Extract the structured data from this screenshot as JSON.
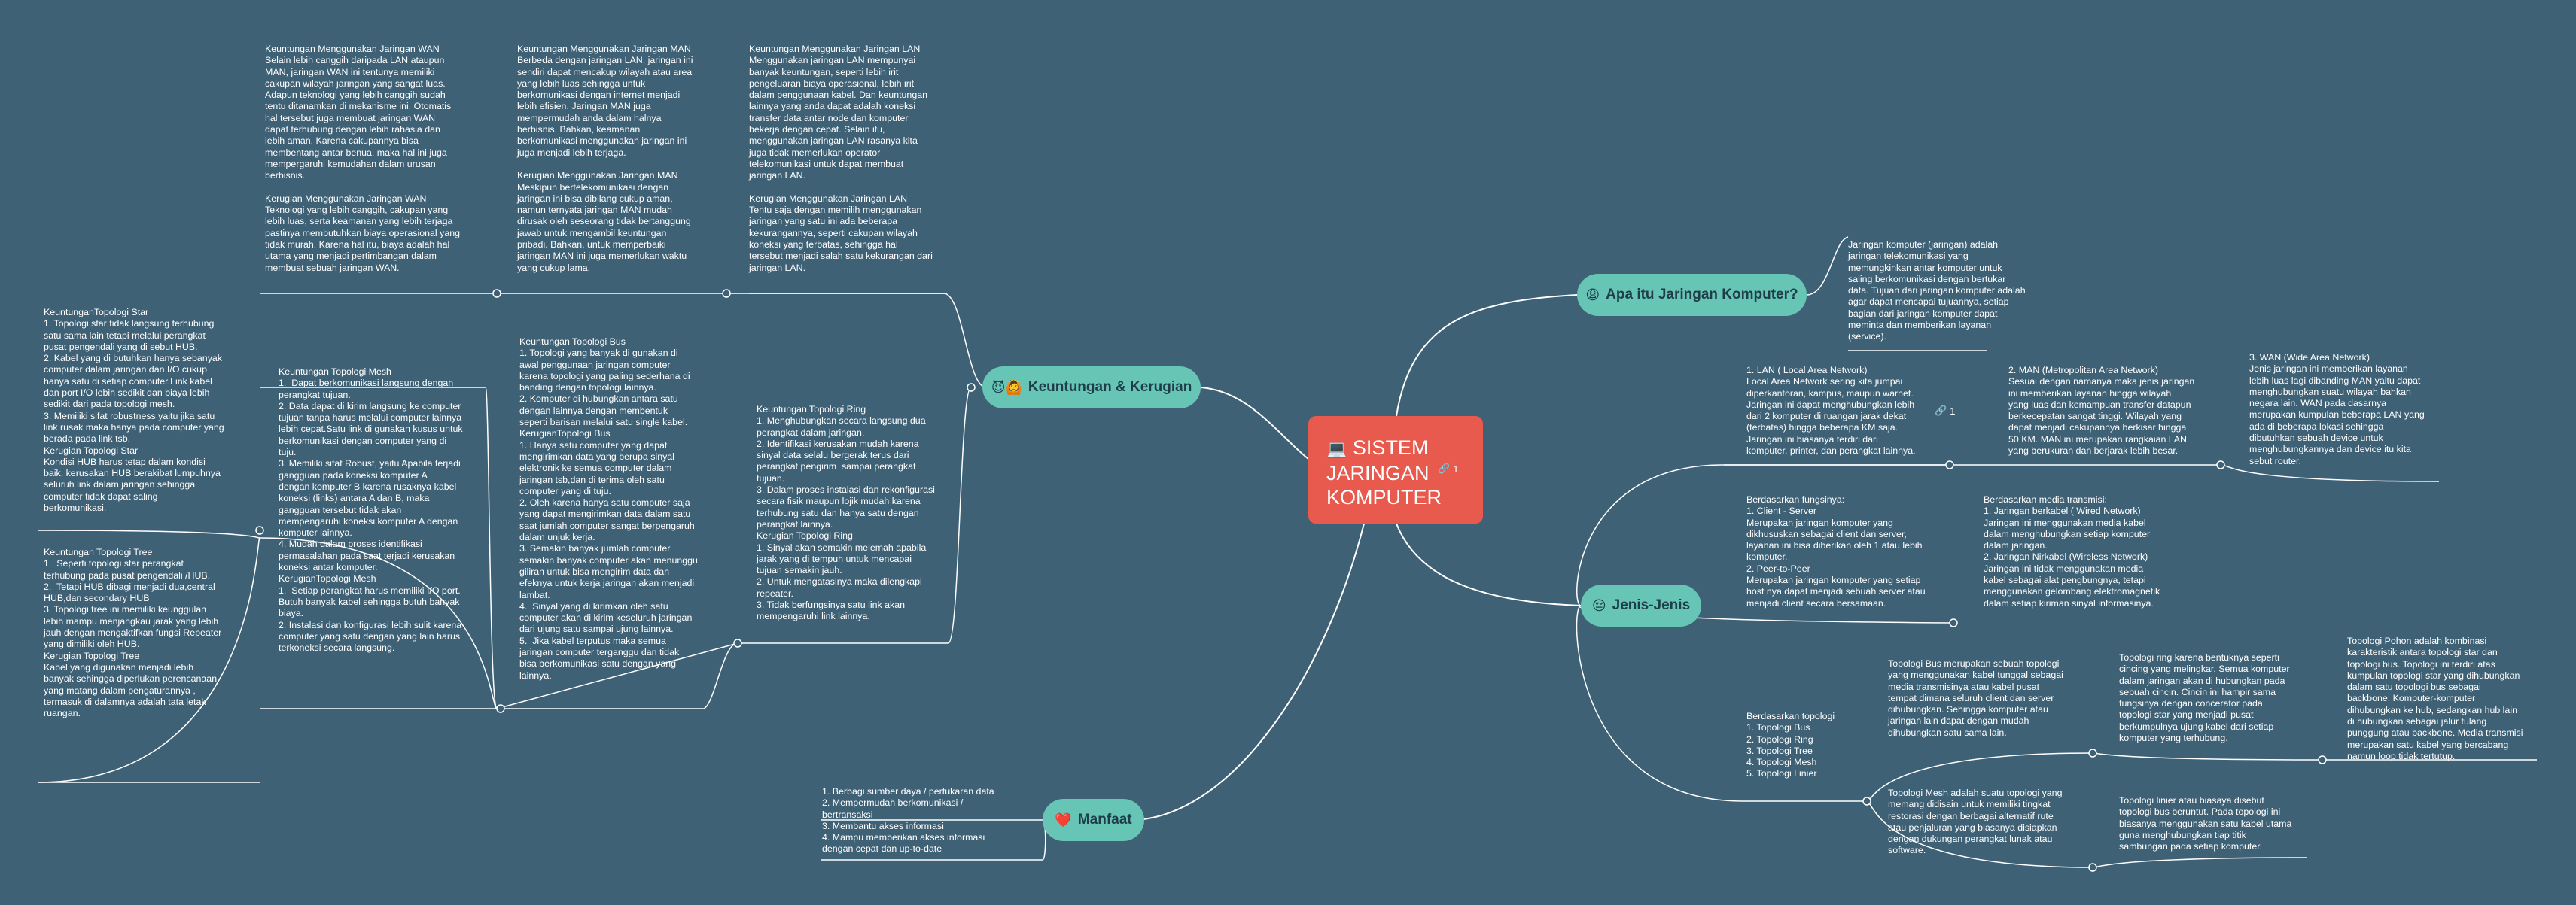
{
  "root": {
    "icon": "laptop-icon",
    "title": "SISTEM JARINGAN KOMPUTER",
    "link_count": "1"
  },
  "topics": {
    "apa_itu": {
      "label": "Apa itu Jaringan Komputer?",
      "emoji": "😩"
    },
    "keuntungan": {
      "label": "Keuntungan & Kerugian",
      "emoji": "😈🙆"
    },
    "jenis": {
      "label": "Jenis-Jenis",
      "emoji": "😔"
    },
    "manfaat": {
      "label": "Manfaat",
      "emoji": "❤️"
    }
  },
  "notes": {
    "apa_itu_def": "Jaringan komputer (jaringan) adalah\njaringan telekomunikasi yang\nmemungkinkan antar komputer untuk\nsaling berkomunikasi dengan bertukar\ndata. Tujuan dari jaringan komputer adalah\nagar dapat mencapai tujuannya, setiap\nbagian dari jaringan komputer dapat\nmeminta dan memberikan layanan\n(service).",
    "lan": "1. LAN ( Local Area Network)\nLocal Area Network sering kita jumpai\ndiperkantoran, kampus, maupun warnet.\nJaringan ini dapat menghubungkan lebih\ndari 2 komputer di ruangan jarak dekat\n(terbatas) hingga beberapa KM saja.\nJaringan ini biasanya terdiri dari\nkomputer, printer, dan perangkat lainnya.",
    "lan_link_count": "1",
    "man": "2. MAN (Metropolitan Area Network)\nSesuai dengan namanya maka jenis jaringan\nini memberikan layanan hingga wilayah\nyang luas dan kemampuan transfer datapun\nberkecepatan sangat tinggi. Wilayah yang\ndapat menjadi cakupannya berkisar hingga\n50 KM. MAN ini merupakan rangkaian LAN\nyang berukuran dan berjarak lebih besar.",
    "wan": "3. WAN (Wide Area Network)\nJenis jaringan ini memberikan layanan\nlebih luas lagi dibanding MAN yaitu dapat\nmenghubungkan suatu wilayah bahkan\nnegara lain. WAN pada dasarnya\nmerupakan kumpulan beberapa LAN yang\nada di beberapa lokasi sehingga\ndibutuhkan sebuah device untuk\nmenghubungkannya dan device itu kita\nsebut router.",
    "fungsi": "Berdasarkan fungsinya:\n1. Client - Server\nMerupakan jaringan komputer yang\ndikhususkan sebagai client dan server,\nlayanan ini bisa diberikan oleh 1 atau lebih\nkomputer.\n2. Peer-to-Peer\nMerupakan jaringan komputer yang setiap\nhost nya dapat menjadi sebuah server atau\nmenjadi client secara bersamaan.",
    "media": "Berdasarkan media transmisi:\n1. Jaringan berkabel ( Wired Network)\nJaringan ini menggunakan media kabel\ndalam menghubungkan setiap komputer\ndalam jaringan.\n2. Jaringan Nirkabel (Wireless Network)\nJaringan ini tidak menggunakan media\nkabel sebagai alat pengbungnya, tetapi\nmenggunakan gelombang elektromagnetik\ndalam setiap kiriman sinyal informasinya.",
    "topologi_list": "Berdasarkan topologi\n1. Topologi Bus\n2. Topologi Ring\n3. Topologi Tree\n4. Topologi Mesh\n5. Topologi Linier",
    "bus_def": "Topologi Bus merupakan sebuah topologi\nyang menggunakan kabel tunggal sebagai\nmedia transmisinya atau kabel pusat\ntempat dimana seluruh client dan server\ndihubungkan. Sehingga komputer atau\njaringan lain dapat dengan mudah\ndihubungkan satu sama lain.",
    "ring_def": "Topologi ring karena bentuknya seperti\ncincing yang melingkar. Semua komputer\ndalam jaringan akan di hubungkan pada\nsebuah cincin. Cincin ini hampir sama\nfungsinya dengan concerator pada\ntopologi star yang menjadi pusat\nberkumpulnya ujung kabel dari setiap\nkomputer yang terhubung.",
    "tree_def": "Topologi Pohon adalah kombinasi\nkarakteristik antara topologi star dan\ntopologi bus. Topologi ini terdiri atas\nkumpulan topologi star yang dihubungkan\ndalam satu topologi bus sebagai\nbackbone. Komputer-komputer\ndihubungkan ke hub, sedangkan hub lain\ndi hubungkan sebagai jalur tulang\npunggung atau backbone. Media transmisi\nmerupakan satu kabel yang bercabang\nnamun loop tidak tertutup.",
    "mesh_def": "Topologi Mesh adalah suatu topologi yang\nmemang didisain untuk memiliki tingkat\nrestorasi dengan berbagai alternatif rute\natau penjaluran yang biasanya disiapkan\ndengan dukungan perangkat lunak atau\nsoftware.",
    "linier_def": "Topologi linier atau biasaya disebut\ntopologi bus beruntut. Pada topologi ini\nbiasanya menggunakan satu kabel utama\nguna menghubungkan tiap titik\nsambungan pada setiap komputer.",
    "manfaat_list": "1. Berbagi sumber daya / pertukaran data\n2. Mempermudah berkomunikasi /\nbertransaksi\n3. Membantu akses informasi\n4. Mampu memberikan akses informasi\ndengan cepat dan up-to-date",
    "wan_kk": "Keuntungan Menggunakan Jaringan WAN\nSelain lebih canggih daripada LAN ataupun\nMAN, jaringan WAN ini tentunya memiliki\ncakupan wilayah jaringan yang sangat luas.\nAdapun teknologi yang lebih canggih sudah\ntentu ditanamkan di mekanisme ini. Otomatis\nhal tersebut juga membuat jaringan WAN\ndapat terhubung dengan lebih rahasia dan\nlebih aman. Karena cakupannya bisa\nmembentang antar benua, maka hal ini juga\nmempergaruhi kemudahan dalam urusan\nberbisnis.\n\nKerugian Menggunakan Jaringan WAN\nTeknologi yang lebih canggih, cakupan yang\nlebih luas, serta keamanan yang lebih terjaga\npastinya membutuhkan biaya operasional yang\ntidak murah. Karena hal itu, biaya adalah hal\nutama yang menjadi pertimbangan dalam\nmembuat sebuah jaringan WAN.",
    "man_kk": "Keuntungan Menggunakan Jaringan MAN\nBerbeda dengan jaringan LAN, jaringan ini\nsendiri dapat mencakup wilayah atau area\nyang lebih luas sehingga untuk\nberkomunikasi dengan internet menjadi\nlebih efisien. Jaringan MAN juga\nmempermudah anda dalam halnya\nberbisnis. Bahkan, keamanan\nberkomunikasi menggunakan jaringan ini\njuga menjadi lebih terjaga.\n\nKerugian Menggunakan Jaringan MAN\nMeskipun bertelekomunikasi dengan\njaringan ini bisa dibilang cukup aman,\nnamun ternyata jaringan MAN mudah\ndirusak oleh seseorang tidak bertanggung\njawab untuk mengambil keuntungan\npribadi. Bahkan, untuk memperbaiki\njaringan MAN ini juga memerlukan waktu\nyang cukup lama.",
    "lan_kk": "Keuntungan Menggunakan Jaringan LAN\nMenggunakan jaringan LAN mempunyai\nbanyak keuntungan, seperti lebih irit\npengeluaran biaya operasional, lebih irit\ndalam penggunaan kabel. Dan keuntungan\nlainnya yang anda dapat adalah koneksi\ntransfer data antar node dan komputer\nbekerja dengan cepat. Selain itu,\nmenggunakan jaringan LAN rasanya kita\njuga tidak memerlukan operator\ntelekomunikasi untuk dapat membuat\njaringan LAN.\n\nKerugian Menggunakan Jaringan LAN\nTentu saja dengan memilih menggunakan\njaringan yang satu ini ada beberapa\nkekurangannya, seperti cakupan wilayah\nkoneksi yang terbatas, sehingga hal\ntersebut menjadi salah satu kekurangan dari\njaringan LAN.",
    "star_kk": "KeuntunganTopologi Star\n1. Topologi star tidak langsung terhubung\nsatu sama lain tetapi melalui perangkat\npusat pengendali yang di sebut HUB.\n2. Kabel yang di butuhkan hanya sebanyak\ncomputer dalam jaringan dan I/O cukup\nhanya satu di setiap computer.Link kabel\ndan port I/O lebih sedikit dan biaya lebih\nsedikit dari pada topologi mesh.\n3. Memiliki sifat robustness yaitu jika satu\nlink rusak maka hanya pada computer yang\nberada pada link tsb.\nKerugian Topologi Star\nKondisi HUB harus tetap dalam kondisi\nbaik, kerusakan HUB berakibat lumpuhnya\nseluruh link dalam jaringan sehingga\ncomputer tidak dapat saling\nberkomunikasi.",
    "tree_kk": "Keuntungan Topologi Tree\n1.  Seperti topologi star perangkat\nterhubung pada pusat pengendali /HUB.\n2.  Tetapi HUB dibagi menjadi dua,central\nHUB,dan secondary HUB\n3. Topologi tree ini memiliki keunggulan\nlebih mampu menjangkau jarak yang lebih\njauh dengan mengaktifkan fungsi Repeater\nyang dimiliki oleh HUB.\nKerugian Topologi Tree\nKabel yang digunakan menjadi lebih\nbanyak sehingga diperlukan perencanaan\nyang matang dalam pengaturannya ,\ntermasuk di dalamnya adalah tata letak\nruangan.",
    "mesh_kk": "Keuntungan Topologi Mesh\n1.  Dapat berkomunikasi langsung dengan\nperangkat tujuan.\n2. Data dapat di kirim langsung ke computer\ntujuan tanpa harus melalui computer lainnya\nlebih cepat.Satu link di gunakan kusus untuk\nberkomunikasi dengan computer yang di\ntuju.\n3. Memiliki sifat Robust, yaitu Apabila terjadi\ngangguan pada koneksi komputer A\ndengan komputer B karena rusaknya kabel\nkoneksi (links) antara A dan B, maka\ngangguan tersebut tidak akan\nmempengaruhi koneksi komputer A dengan\nkomputer lainnya.\n4. Mudah dalam proses identifikasi\npermasalahan pada saat terjadi kerusakan\nkoneksi antar komputer.\nKerugianTopologi Mesh\n1.  Setiap perangkat harus memiliki I/O port.\nButuh banyak kabel sehingga butuh banyak\nbiaya.\n2. Instalasi dan konfigurasi lebih sulit karena\ncomputer yang satu dengan yang lain harus\nterkoneksi secara langsung.",
    "bus_kk": "Keuntungan Topologi Bus\n1. Topologi yang banyak di gunakan di\nawal penggunaan jaringan computer\nkarena topologi yang paling sederhana di\nbanding dengan topologi lainnya.\n2. Komputer di hubungkan antara satu\ndengan lainnya dengan membentuk\nseperti barisan melalui satu single kabel.\nKerugianTopologi Bus\n1. Hanya satu computer yang dapat\nmengirimkan data yang berupa sinyal\nelektronik ke semua computer dalam\njaringan tsb,dan di terima oleh satu\ncomputer yang di tuju.\n2. Oleh karena hanya satu computer saja\nyang dapat mengirimkan data dalam satu\nsaat jumlah computer sangat berpengaruh\ndalam unjuk kerja.\n3. Semakin banyak jumlah computer\nsemakin banyak computer akan menunggu\ngiliran untuk bisa mengirim data dan\nefeknya untuk kerja jaringan akan menjadi\nlambat.\n4.  Sinyal yang di kirimkan oleh satu\ncomputer akan di kirim keseluruh jaringan\ndari ujung satu sampai ujung lainnya.\n5.  Jika kabel terputus maka semua\njaringan computer terganggu dan tidak\nbisa berkomunikasi satu dengan yang\nlainnya.",
    "ring_kk": "Keuntungan Topologi Ring\n1. Menghubungkan secara langsung dua\nperangkat dalam jaringan.\n2. Identifikasi kerusakan mudah karena\nsinyal data selalu bergerak terus dari\nperangkat pengirim  sampai perangkat\ntujuan.\n3. Dalam proses instalasi dan rekonfigurasi\nsecara fisik maupun lojik mudah karena\nterhubung satu dan hanya satu dengan\nperangkat lainnya.\nKerugian Topologi Ring\n1. Sinyal akan semakin melemah apabila\njarak yang di tempuh untuk mencapai\ntujuan semakin jauh.\n2. Untuk mengatasinya maka dilengkapi\nrepeater.\n3. Tidak berfungsinya satu link akan\nmempengaruhi link lainnya."
  },
  "colors": {
    "background": "#3f6176",
    "root": "#e8594e",
    "topic": "#66c5b5",
    "line": "#ffffff"
  }
}
